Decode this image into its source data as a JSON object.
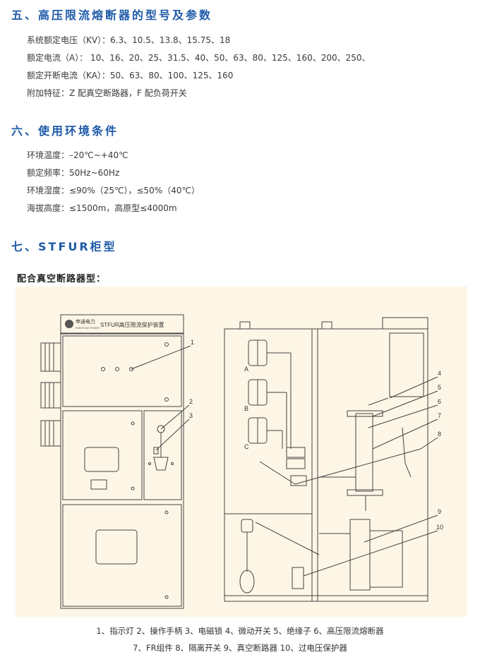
{
  "sections": {
    "s5": {
      "title": "五、高压限流熔断器的型号及参数",
      "lines": [
        "系统额定电压（KV）：6.3、10.5、13.8、15.75、18",
        "额定电流（A）： 10、16、20、25、31.5、40、50、63、80、125、160、200、250、",
        "额定开断电流（KA）：50、63、80、100、125、160",
        "附加特征：Z 配真空断路器，F 配负荷开关"
      ]
    },
    "s6": {
      "title": "六、使用环境条件",
      "lines": [
        "环境温度：–20℃~+40℃",
        "额定频率：50Hz~60Hz",
        "环境湿度：≤90%（25℃），≤50%（40℃）",
        "海拔高度：≤1500m，高原型≤4000m"
      ]
    },
    "s7": {
      "title": "七、STFUR柜型",
      "subtitle": "配合真空断路器型："
    }
  },
  "diagram": {
    "panel_title": "STFUR高压限流保护装置",
    "logo_text": "申通电力",
    "logo_sub": "SHENTONG POWER",
    "phase_labels": [
      "A",
      "B",
      "C"
    ],
    "callouts": [
      "1",
      "2",
      "3",
      "4",
      "5",
      "6",
      "7",
      "8",
      "9",
      "10"
    ]
  },
  "legend": [
    "1、指示灯  2、操作手柄  3、电磁锁  4、微动开关  5、绝缘子  6、高压限流熔断器",
    "7、FR组件  8、隔离开关  9、真空断路器  10、过电压保护器"
  ],
  "colors": {
    "heading": "#1e5aa8",
    "diagram_bg": "#fdf6e6"
  }
}
